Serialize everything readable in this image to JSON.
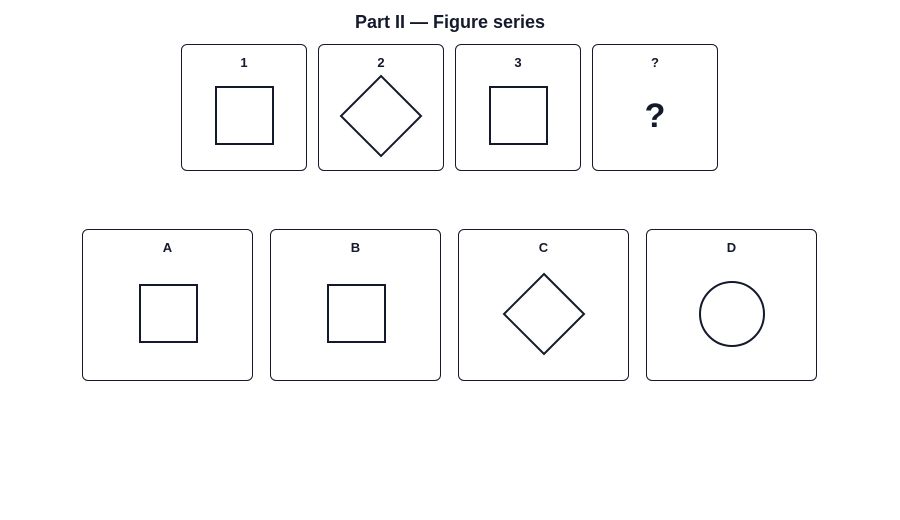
{
  "title": "Part II — Figure series",
  "stroke_color": "#141a2b",
  "series": [
    {
      "label": "1",
      "shape": "square"
    },
    {
      "label": "2",
      "shape": "diamond"
    },
    {
      "label": "3",
      "shape": "square"
    },
    {
      "label": "?",
      "shape": "question",
      "glyph": "?"
    }
  ],
  "options": [
    {
      "label": "A",
      "shape": "square"
    },
    {
      "label": "B",
      "shape": "square"
    },
    {
      "label": "C",
      "shape": "diamond"
    },
    {
      "label": "D",
      "shape": "circle"
    }
  ]
}
